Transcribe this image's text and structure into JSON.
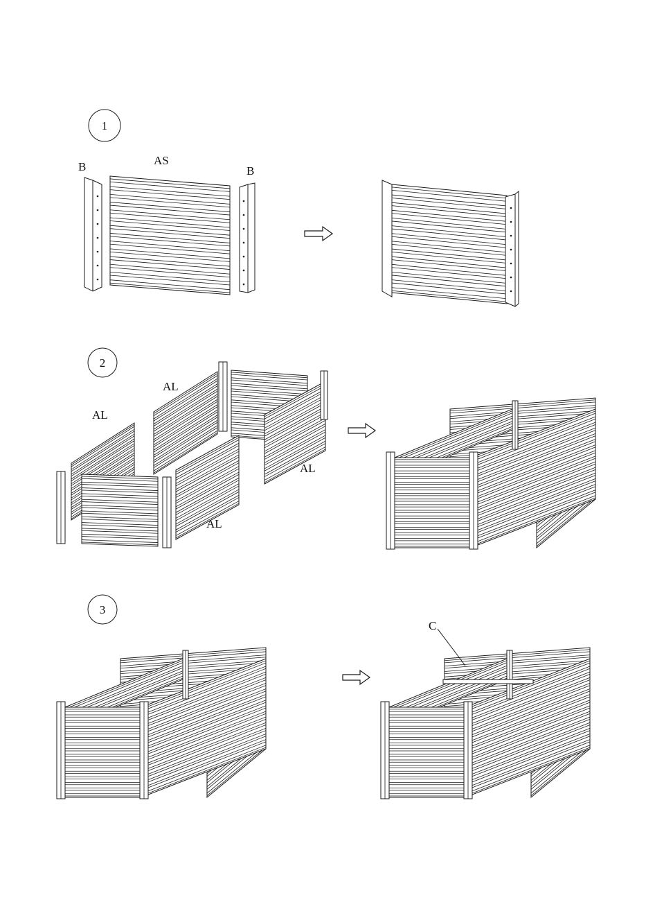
{
  "steps": [
    {
      "number": "1"
    },
    {
      "number": "2"
    },
    {
      "number": "3"
    }
  ],
  "labels": {
    "step1_post_left": "B",
    "step1_panel": "AS",
    "step1_post_right": "B",
    "step2_al_top": "AL",
    "step2_al_left": "AL",
    "step2_al_right": "AL",
    "step2_al_bottom": "AL",
    "step3_brace": "C"
  },
  "icons": {
    "arrow": "right-arrow-icon",
    "step_badge": "circle-number-icon"
  },
  "colors": {
    "line": "#1a1a1a",
    "background": "#ffffff"
  }
}
